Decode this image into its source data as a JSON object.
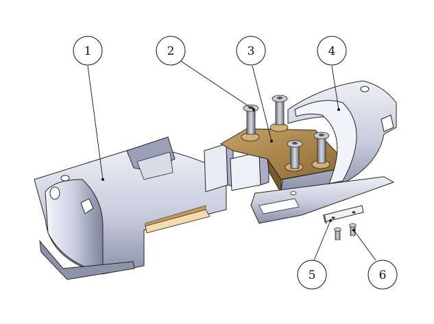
{
  "callouts": [
    {
      "id": "1",
      "label": "1"
    },
    {
      "id": "2",
      "label": "2"
    },
    {
      "id": "3",
      "label": "3"
    },
    {
      "id": "4",
      "label": "4"
    },
    {
      "id": "5",
      "label": "5"
    },
    {
      "id": "6",
      "label": "6"
    }
  ],
  "colors": {
    "housing_light": "#e4e7f0",
    "housing_mid": "#b9bfd2",
    "housing_dark": "#6f7690",
    "bronze_plate": "#a8834a",
    "bronze_light": "#c9a468",
    "cream_pad": "#f4dcb0",
    "screw": "#9ea2ab",
    "outline": "#222222"
  }
}
